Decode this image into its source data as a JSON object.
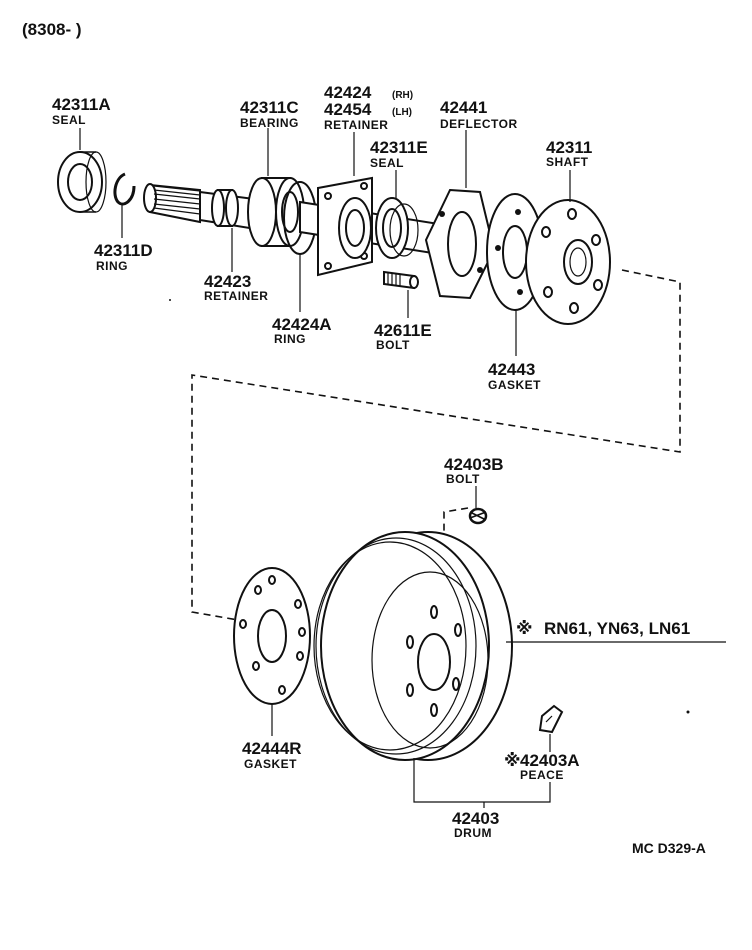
{
  "header": {
    "date_code": "(8308-      )"
  },
  "footer": {
    "drawing_code": "MC D329-A"
  },
  "note": {
    "symbol": "※",
    "models": "RN61, YN63, LN61"
  },
  "parts": {
    "p42311A": {
      "number": "42311A",
      "name": "SEAL"
    },
    "p42311D": {
      "number": "42311D",
      "name": "RING"
    },
    "p42311C": {
      "number": "42311C",
      "name": "BEARING"
    },
    "p42423": {
      "number": "42423",
      "name": "RETAINER"
    },
    "p42424": {
      "number": "42424",
      "suffix": "(RH)"
    },
    "p42454": {
      "number": "42454",
      "suffix": "(LH)",
      "name": "RETAINER"
    },
    "p42424A": {
      "number": "42424A",
      "name": "RING"
    },
    "p42311E": {
      "number": "42311E",
      "name": "SEAL"
    },
    "p42611E": {
      "number": "42611E",
      "name": "BOLT"
    },
    "p42441": {
      "number": "42441",
      "name": "DEFLECTOR"
    },
    "p42311": {
      "number": "42311",
      "name": "SHAFT"
    },
    "p42443": {
      "number": "42443",
      "name": "GASKET"
    },
    "p42403B": {
      "number": "42403B",
      "name": "BOLT"
    },
    "p42444R": {
      "number": "42444R",
      "name": "GASKET"
    },
    "p42403A": {
      "number": "42403A",
      "marker": "※",
      "name": "PEACE"
    },
    "p42403": {
      "number": "42403",
      "name": "DRUM"
    }
  }
}
